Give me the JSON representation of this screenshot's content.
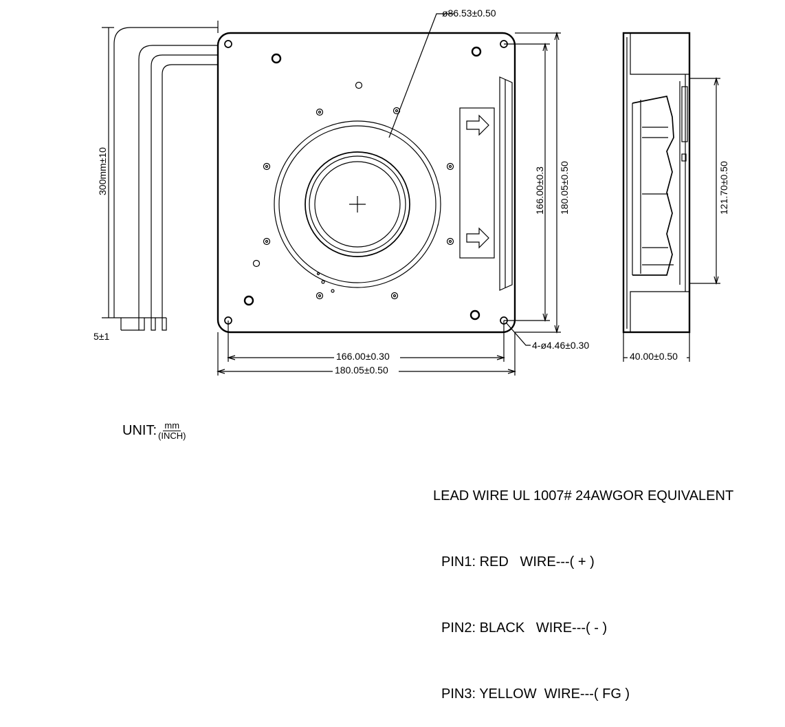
{
  "dimensions": {
    "impeller_dia": "ø86.53±0.50",
    "hole_spacing_v": "166.00±0.3",
    "overall_height": "180.05±0.50",
    "depth_height": "121.70±0.50",
    "lead_length": "300mm±10",
    "strip_length": "5±1",
    "mount_holes": "4-ø4.46±0.30",
    "hole_spacing_h": "166.00±0.30",
    "overall_width": "180.05±0.50",
    "depth": "40.00±0.50"
  },
  "unit": {
    "label": "UNIT:",
    "numerator": "mm",
    "denominator": "(INCH)"
  },
  "lead_wire": {
    "title": "LEAD WIRE UL 1007# 24AWGOR EQUIVALENT",
    "pins": [
      "PIN1: RED   WIRE---( + )",
      "PIN2: BLACK   WIRE---( - )",
      "PIN3: YELLOW  WIRE---( FG )"
    ]
  }
}
